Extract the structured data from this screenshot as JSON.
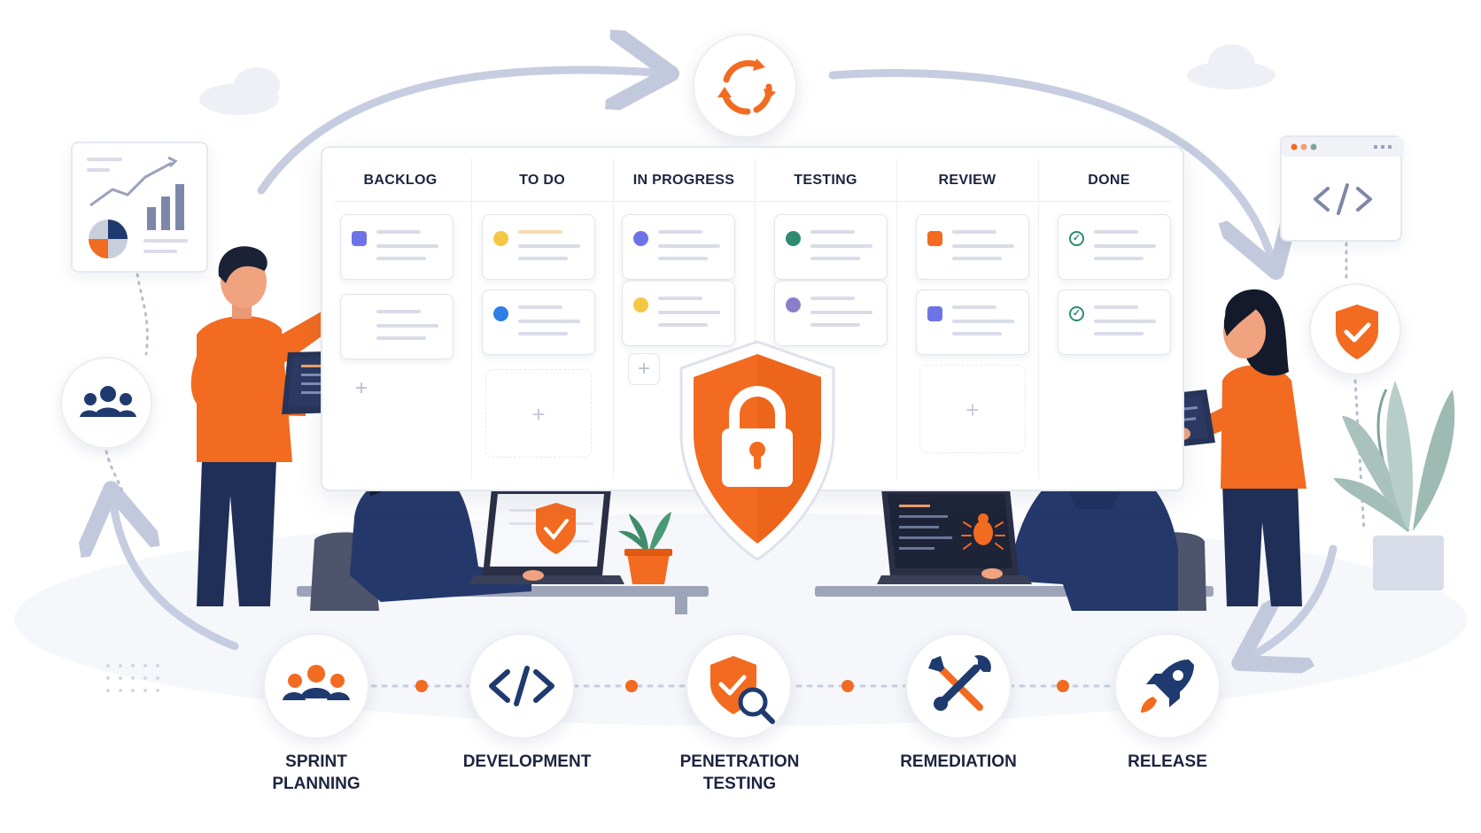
{
  "board": {
    "columns": [
      {
        "title": "BACKLOG"
      },
      {
        "title": "TO DO"
      },
      {
        "title": "IN PROGRESS"
      },
      {
        "title": "TESTING"
      },
      {
        "title": "REVIEW"
      },
      {
        "title": "DONE"
      }
    ],
    "add_symbol": "+"
  },
  "stages": [
    {
      "label_line1": "SPRINT",
      "label_line2": "PLANNING",
      "icon": "team-icon"
    },
    {
      "label_line1": "DEVELOPMENT",
      "label_line2": "",
      "icon": "code-icon"
    },
    {
      "label_line1": "PENETRATION",
      "label_line2": "TESTING",
      "icon": "shield-search-icon"
    },
    {
      "label_line1": "REMEDIATION",
      "label_line2": "",
      "icon": "tools-icon"
    },
    {
      "label_line1": "RELEASE",
      "label_line2": "",
      "icon": "rocket-icon"
    }
  ],
  "colors": {
    "accent_orange": "#f26b21",
    "navy": "#1f3a6e",
    "arrow_gray": "#c7cde0",
    "text_dark": "#1d2440"
  }
}
